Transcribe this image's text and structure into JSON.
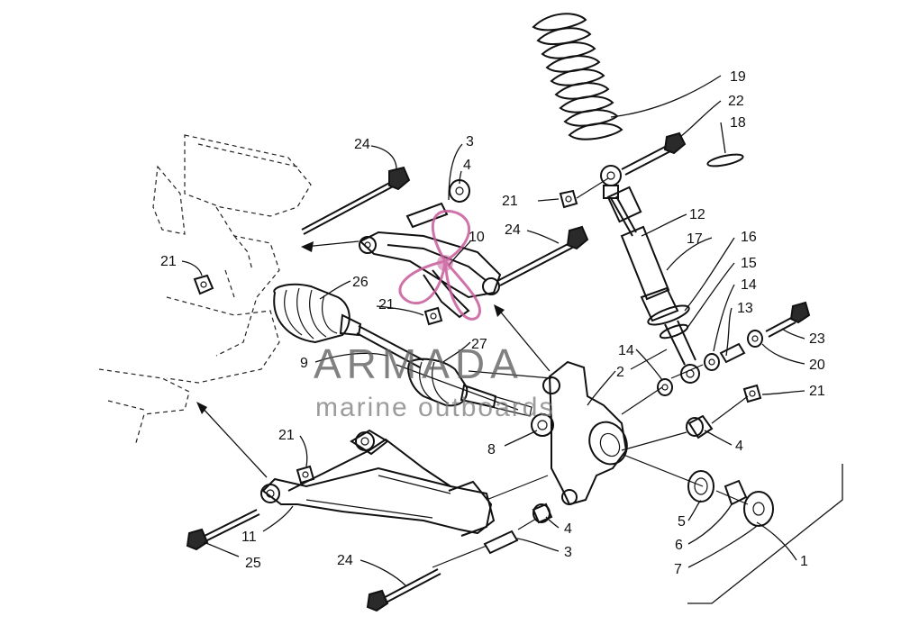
{
  "watermark": {
    "title": "ARMADA",
    "subtitle": "marine outboards",
    "accent_color": "#c75b9b"
  },
  "callouts": {
    "c1": "1",
    "c2": "2",
    "c3a": "3",
    "c3b": "3",
    "c4a": "4",
    "c4b": "4",
    "c4c": "4",
    "c5": "5",
    "c6": "6",
    "c7": "7",
    "c8": "8",
    "c9": "9",
    "c10": "10",
    "c11": "11",
    "c12": "12",
    "c13": "13",
    "c14a": "14",
    "c14b": "14",
    "c15": "15",
    "c16": "16",
    "c17": "17",
    "c18": "18",
    "c19": "19",
    "c20": "20",
    "c21a": "21",
    "c21b": "21",
    "c21c": "21",
    "c21d": "21",
    "c21e": "21",
    "c22": "22",
    "c23": "23",
    "c24a": "24",
    "c24b": "24",
    "c24c": "24",
    "c25": "25",
    "c26": "26",
    "c27": "27"
  }
}
